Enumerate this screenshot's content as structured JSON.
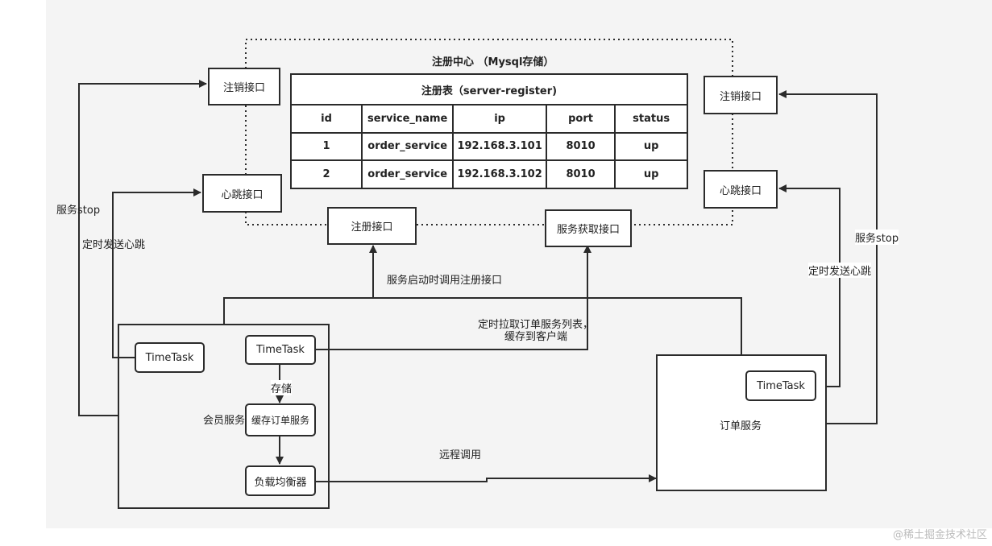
{
  "registry": {
    "title": "注册中心 （Mysql存储）",
    "table_caption": "注册表（server-register)",
    "columns": [
      "id",
      "service_name",
      "ip",
      "port",
      "status"
    ],
    "rows": [
      [
        "1",
        "order_service",
        "192.168.3.101",
        "8010",
        "up"
      ],
      [
        "2",
        "order_service",
        "192.168.3.102",
        "8010",
        "up"
      ]
    ]
  },
  "interfaces": {
    "deregister_left": "注销接口",
    "heartbeat_left": "心跳接口",
    "deregister_right": "注销接口",
    "heartbeat_right": "心跳接口",
    "register": "注册接口",
    "discovery": "服务获取接口"
  },
  "member": {
    "label": "会员服务",
    "timetask_left": "TimeTask",
    "timetask_main": "TimeTask",
    "cache": "缓存订单服务",
    "balancer": "负载均衡器"
  },
  "order": {
    "label": "订单服务",
    "timetask": "TimeTask"
  },
  "edges": {
    "stop_left": "服务stop",
    "heartbeat_left": "定时发送心跳",
    "register_call": "服务启动时调用注册接口",
    "pull_line1": "定时拉取订单服务列表，",
    "pull_line2": "缓存到客户端",
    "store": "存储",
    "remote_call": "远程调用",
    "stop_right": "服务stop",
    "heartbeat_right": "定时发送心跳"
  },
  "watermark": "@稀土掘金技术社区"
}
